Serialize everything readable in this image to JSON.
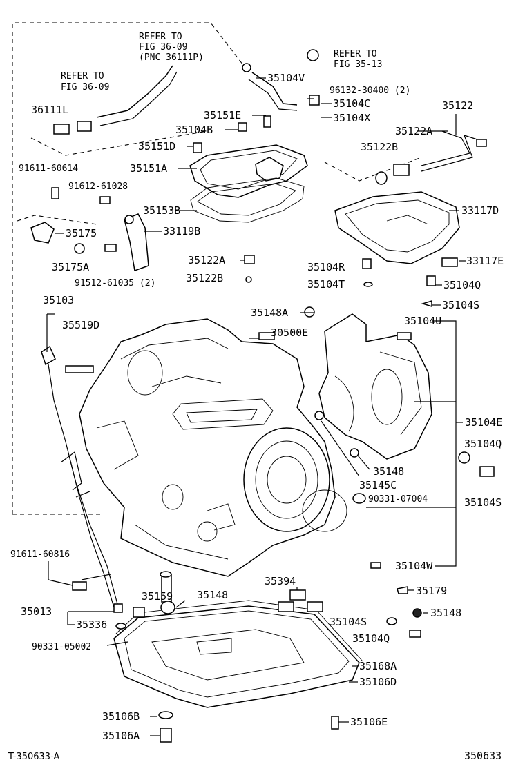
{
  "notes": {
    "refer_36_09_pnc": [
      "REFER TO",
      "FIG 36-09",
      "(PNC 36111P)"
    ],
    "refer_35_13": [
      "REFER TO",
      "FIG 35-13"
    ],
    "refer_36_09": [
      "REFER TO",
      "FIG 36-09"
    ]
  },
  "labels": {
    "p35104V": "35104V",
    "p96132": "96132-30400 (2)",
    "p35104C": "35104C",
    "p35104X": "35104X",
    "p36111L": "36111L",
    "p35151E": "35151E",
    "p35104B": "35104B",
    "p35122": "35122",
    "p35122A_top": "35122A",
    "p35151D": "35151D",
    "p35122B_top": "35122B",
    "p91611_60614": "91611-60614",
    "p35151A": "35151A",
    "p91612": "91612-61028",
    "p35153B": "35153B",
    "p33117D": "33117D",
    "p35175": "35175",
    "p33119B": "33119B",
    "p35175A": "35175A",
    "p35122A_mid": "35122A",
    "p35104R": "35104R",
    "p33117E": "33117E",
    "p91512": "91512-61035 (2)",
    "p35122B_mid": "35122B",
    "p35104T": "35104T",
    "p35104Q_top": "35104Q",
    "p35103": "35103",
    "p35148A": "35148A",
    "p35104S_top": "35104S",
    "p35519D": "35519D",
    "p35104U": "35104U",
    "p30500E": "30500E",
    "p35104E": "35104E",
    "p35104Q_mid": "35104Q",
    "p35148_mid": "35148",
    "p35145C": "35145C",
    "p90331_07004": "90331-07004",
    "p35104S_mid": "35104S",
    "p91611_60816": "91611-60816",
    "p35104W": "35104W",
    "p35394": "35394",
    "p35179": "35179",
    "p35159": "35159",
    "p35148_low": "35148",
    "p35013": "35013",
    "p35148_right": "35148",
    "p35336": "35336",
    "p35104S_low": "35104S",
    "p35104Q_low": "35104Q",
    "p90331_05002": "90331-05002",
    "p35168A": "35168A",
    "p35106D": "35106D",
    "p35106B": "35106B",
    "p35106E": "35106E",
    "p35106A": "35106A"
  },
  "footer": {
    "left_code": "T-350633-A",
    "right_code": "350633"
  }
}
